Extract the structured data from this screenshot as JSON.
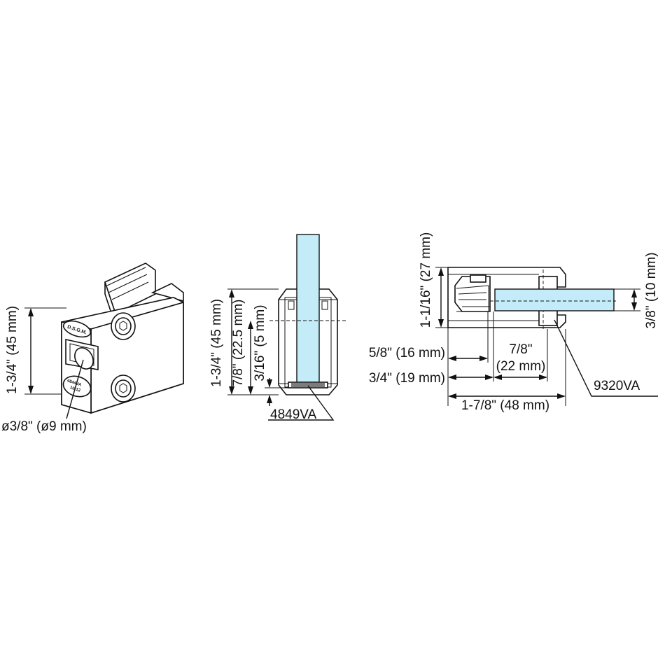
{
  "views": {
    "iso": {
      "height_label": "1-3/4\" (45 mm)",
      "hole_label": "ø3/8\" (ø9 mm)",
      "logo_top": "D.S.G.M.",
      "logo_bottom_1": "4844VA",
      "logo_bottom_2": "10-12"
    },
    "front": {
      "height_label": "1-3/4\" (45 mm)",
      "center_label": "7/8\" (22.5 mm)",
      "gasket_label": "3/16\" (5 mm)",
      "gasket_part": "4849VA"
    },
    "side": {
      "height_label": "1-1/16\" (27 mm)",
      "glass_label": "3/8\" (10 mm)",
      "depth_16_label": "5/8\" (16 mm)",
      "depth_19_label": "3/4\" (19 mm)",
      "depth_22_top": "7/8\"",
      "depth_22_bottom": "(22 mm)",
      "total_label": "1-7/8\" (48 mm)",
      "pin_part": "9320VA"
    }
  },
  "colors": {
    "glass": "#c4ecf8",
    "line": "#111111",
    "part": "#ffffff"
  }
}
